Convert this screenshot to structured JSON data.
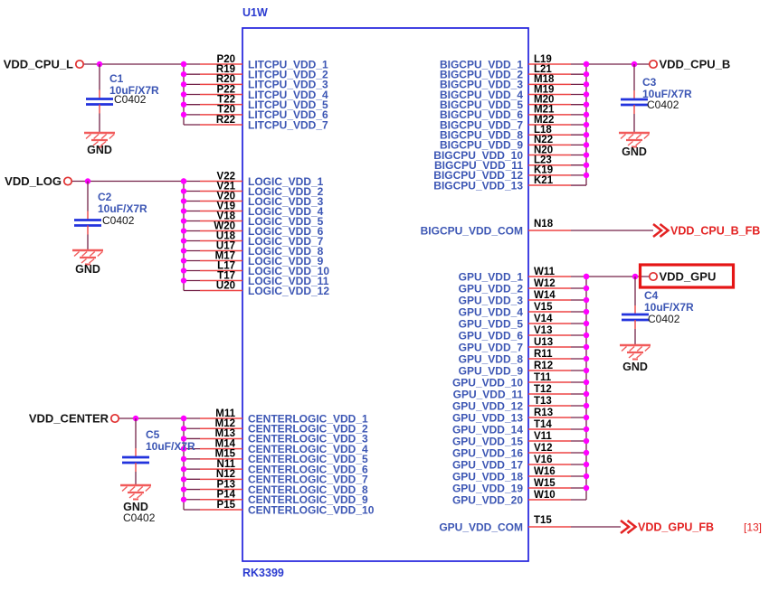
{
  "schematic": {
    "component": {
      "refdes": "U1W",
      "part": "RK3399"
    },
    "labels": {
      "gnd": "GND"
    },
    "colors": {
      "wire": "#732248",
      "pin": "#ED4444",
      "junction": "#FF00FF",
      "chip_outline": "#2222DD",
      "pin_name": "#3C56B4",
      "refdes": "#2B3BD0",
      "net_text": "#151515",
      "red_label": "#E32222",
      "cap_plate": "#2233DD",
      "gnd": "#F15B5B",
      "terminal": "#E03030",
      "highlight": "#E51515"
    },
    "banks": {
      "litcpu": {
        "net": "VDD_CPU_L",
        "cap": {
          "ref": "C1",
          "value": "10uF/X7R",
          "footprint": "C0402"
        },
        "pins": [
          {
            "num": "P20",
            "name": "LITCPU_VDD_1"
          },
          {
            "num": "R19",
            "name": "LITCPU_VDD_2"
          },
          {
            "num": "R20",
            "name": "LITCPU_VDD_3"
          },
          {
            "num": "P22",
            "name": "LITCPU_VDD_4"
          },
          {
            "num": "T22",
            "name": "LITCPU_VDD_5"
          },
          {
            "num": "T20",
            "name": "LITCPU_VDD_6"
          },
          {
            "num": "R22",
            "name": "LITCPU_VDD_7"
          }
        ]
      },
      "logic": {
        "net": "VDD_LOG",
        "cap": {
          "ref": "C2",
          "value": "10uF/X7R",
          "footprint": "C0402"
        },
        "pins": [
          {
            "num": "V22",
            "name": "LOGIC_VDD_1"
          },
          {
            "num": "V21",
            "name": "LOGIC_VDD_2"
          },
          {
            "num": "V20",
            "name": "LOGIC_VDD_3"
          },
          {
            "num": "V19",
            "name": "LOGIC_VDD_4"
          },
          {
            "num": "V18",
            "name": "LOGIC_VDD_5"
          },
          {
            "num": "W20",
            "name": "LOGIC_VDD_6"
          },
          {
            "num": "U18",
            "name": "LOGIC_VDD_7"
          },
          {
            "num": "U17",
            "name": "LOGIC_VDD_8"
          },
          {
            "num": "M17",
            "name": "LOGIC_VDD_9"
          },
          {
            "num": "L17",
            "name": "LOGIC_VDD_10"
          },
          {
            "num": "T17",
            "name": "LOGIC_VDD_11"
          },
          {
            "num": "U20",
            "name": "LOGIC_VDD_12"
          }
        ]
      },
      "centerlogic": {
        "net": "VDD_CENTER",
        "cap": {
          "ref": "C5",
          "value": "10uF/X7R",
          "footprint": "C0402"
        },
        "pins": [
          {
            "num": "M11",
            "name": "CENTERLOGIC_VDD_1"
          },
          {
            "num": "M12",
            "name": "CENTERLOGIC_VDD_2"
          },
          {
            "num": "M13",
            "name": "CENTERLOGIC_VDD_3"
          },
          {
            "num": "M14",
            "name": "CENTERLOGIC_VDD_4"
          },
          {
            "num": "M15",
            "name": "CENTERLOGIC_VDD_5"
          },
          {
            "num": "N11",
            "name": "CENTERLOGIC_VDD_6"
          },
          {
            "num": "N12",
            "name": "CENTERLOGIC_VDD_7"
          },
          {
            "num": "P13",
            "name": "CENTERLOGIC_VDD_8"
          },
          {
            "num": "P14",
            "name": "CENTERLOGIC_VDD_9"
          },
          {
            "num": "P15",
            "name": "CENTERLOGIC_VDD_10"
          }
        ]
      },
      "bigcpu": {
        "net": "VDD_CPU_B",
        "cap": {
          "ref": "C3",
          "value": "10uF/X7R",
          "footprint": "C0402"
        },
        "com": {
          "num": "N18",
          "name": "BIGCPU_VDD_COM",
          "fb": "VDD_CPU_B_FB"
        },
        "pins": [
          {
            "num": "L19",
            "name": "BIGCPU_VDD_1"
          },
          {
            "num": "L21",
            "name": "BIGCPU_VDD_2"
          },
          {
            "num": "M18",
            "name": "BIGCPU_VDD_3"
          },
          {
            "num": "M19",
            "name": "BIGCPU_VDD_4"
          },
          {
            "num": "M20",
            "name": "BIGCPU_VDD_5"
          },
          {
            "num": "M21",
            "name": "BIGCPU_VDD_6"
          },
          {
            "num": "M22",
            "name": "BIGCPU_VDD_7"
          },
          {
            "num": "L18",
            "name": "BIGCPU_VDD_8"
          },
          {
            "num": "N22",
            "name": "BIGCPU_VDD_9"
          },
          {
            "num": "N20",
            "name": "BIGCPU_VDD_10"
          },
          {
            "num": "L23",
            "name": "BIGCPU_VDD_11"
          },
          {
            "num": "K19",
            "name": "BIGCPU_VDD_12"
          },
          {
            "num": "K21",
            "name": "BIGCPU_VDD_13"
          }
        ]
      },
      "gpu": {
        "net": "VDD_GPU",
        "highlighted": true,
        "cap": {
          "ref": "C4",
          "value": "10uF/X7R",
          "footprint": "C0402"
        },
        "com": {
          "num": "T15",
          "name": "GPU_VDD_COM",
          "fb": "VDD_GPU_FB",
          "page_ref": "[13]"
        },
        "pins": [
          {
            "num": "W11",
            "name": "GPU_VDD_1"
          },
          {
            "num": "W12",
            "name": "GPU_VDD_2"
          },
          {
            "num": "W14",
            "name": "GPU_VDD_3"
          },
          {
            "num": "V15",
            "name": "GPU_VDD_4"
          },
          {
            "num": "V14",
            "name": "GPU_VDD_5"
          },
          {
            "num": "V13",
            "name": "GPU_VDD_6"
          },
          {
            "num": "U13",
            "name": "GPU_VDD_7"
          },
          {
            "num": "R11",
            "name": "GPU_VDD_8"
          },
          {
            "num": "R12",
            "name": "GPU_VDD_9"
          },
          {
            "num": "T11",
            "name": "GPU_VDD_10"
          },
          {
            "num": "T12",
            "name": "GPU_VDD_11"
          },
          {
            "num": "T13",
            "name": "GPU_VDD_12"
          },
          {
            "num": "R13",
            "name": "GPU_VDD_13"
          },
          {
            "num": "T14",
            "name": "GPU_VDD_14"
          },
          {
            "num": "V11",
            "name": "GPU_VDD_15"
          },
          {
            "num": "V12",
            "name": "GPU_VDD_16"
          },
          {
            "num": "V16",
            "name": "GPU_VDD_17"
          },
          {
            "num": "W16",
            "name": "GPU_VDD_18"
          },
          {
            "num": "W15",
            "name": "GPU_VDD_19"
          },
          {
            "num": "W10",
            "name": "GPU_VDD_20"
          }
        ]
      }
    }
  }
}
